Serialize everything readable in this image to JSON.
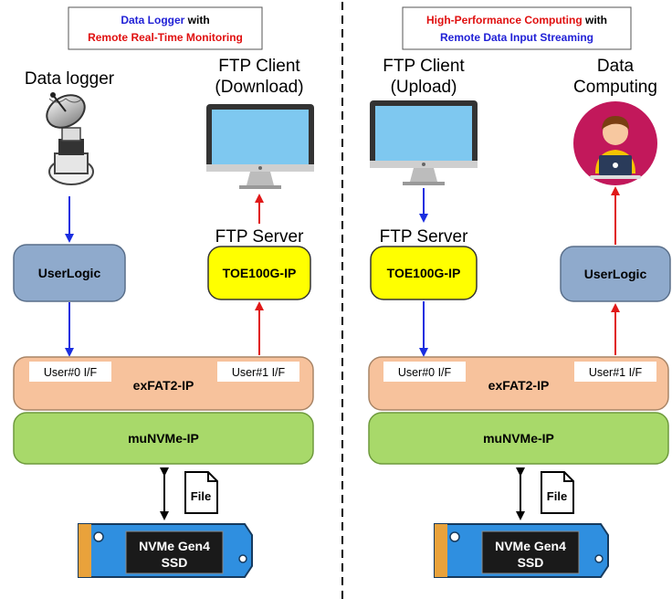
{
  "left_panel": {
    "title_line1_part1": "Data Logger",
    "title_line1_part2": " with",
    "title_line2": "Remote Real-Time Monitoring",
    "source_label": "Data logger",
    "client_label_line1": "FTP Client",
    "client_label_line2": "(Download)",
    "server_label": "FTP Server",
    "user_logic": "UserLogic",
    "toe": "TOE100G-IP",
    "user0": "User#0 I/F",
    "user1": "User#1 I/F",
    "exfat": "exFAT2-IP",
    "nvme_ip": "muNVMe-IP",
    "file": "File",
    "ssd_line1": "NVMe Gen4",
    "ssd_line2": "SSD"
  },
  "right_panel": {
    "title_line1_part1": "High-Performance Computing",
    "title_line1_part2": " with",
    "title_line2": "Remote Data Input Streaming",
    "client_label_line1": "FTP Client",
    "client_label_line2": "(Upload)",
    "compute_label_line1": "Data",
    "compute_label_line2": "Computing",
    "server_label": "FTP Server",
    "toe": "TOE100G-IP",
    "user_logic": "UserLogic",
    "user0": "User#0 I/F",
    "user1": "User#1 I/F",
    "exfat": "exFAT2-IP",
    "nvme_ip": "muNVMe-IP",
    "file": "File",
    "ssd_line1": "NVMe Gen4",
    "ssd_line2": "SSD"
  },
  "colors": {
    "blue_text": "#1f1fd6",
    "red_text": "#e01010",
    "user_logic_fill": "#8faacc",
    "toe_fill": "#ffff00",
    "exfat_fill": "#f7c29c",
    "nvme_fill": "#a8d96a",
    "ssd_fill": "#2f8fe0",
    "ssd_chip": "#1a1a1a",
    "arrow_blue": "#1a2ee0",
    "arrow_red": "#e01818",
    "compute_circle": "#c2185b"
  },
  "icons": {
    "data_logger": "satellite-dish-icon",
    "client": "monitor-icon",
    "compute": "person-laptop-icon",
    "file": "file-icon",
    "ssd": "ssd-icon"
  }
}
